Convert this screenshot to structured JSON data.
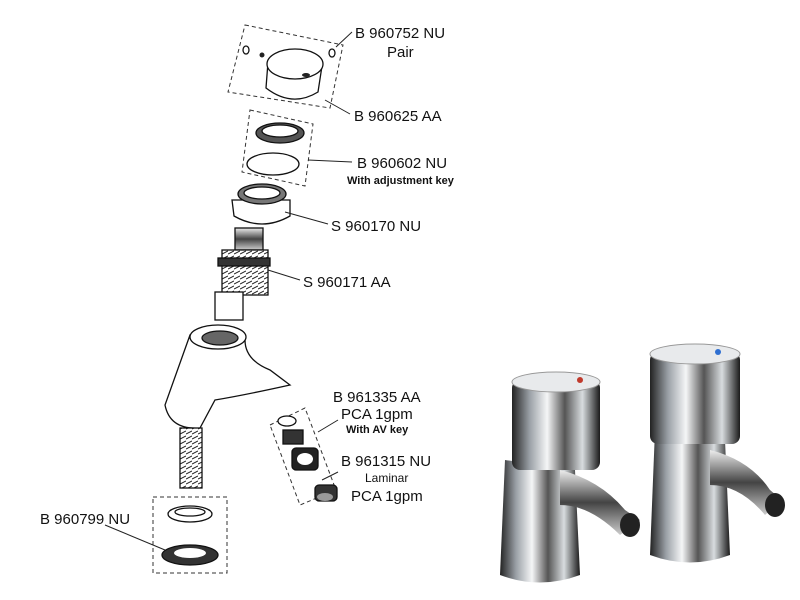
{
  "labels": {
    "handle_cap": {
      "code": "B 960752 NU",
      "note": "Pair"
    },
    "handle": {
      "code": "B 960625 AA"
    },
    "adjust_ring": {
      "code": "B 960602 NU",
      "note": "With adjustment key"
    },
    "nut": {
      "code": "S 960170 NU"
    },
    "cartridge": {
      "code": "S 960171 AA"
    },
    "av_aerator": {
      "code": "B 961335 AA",
      "note": "PCA 1gpm",
      "note2": "With AV key"
    },
    "laminar": {
      "code": "B 961315 NU",
      "note": "Laminar",
      "note2": "PCA 1gpm"
    },
    "base": {
      "code": "B 960799 NU"
    }
  },
  "colors": {
    "chrome_dark": "#1a1a1a",
    "chrome_light": "#f2f4f6",
    "hot_dot": "#c0392b",
    "cold_dot": "#2e6fd1"
  }
}
